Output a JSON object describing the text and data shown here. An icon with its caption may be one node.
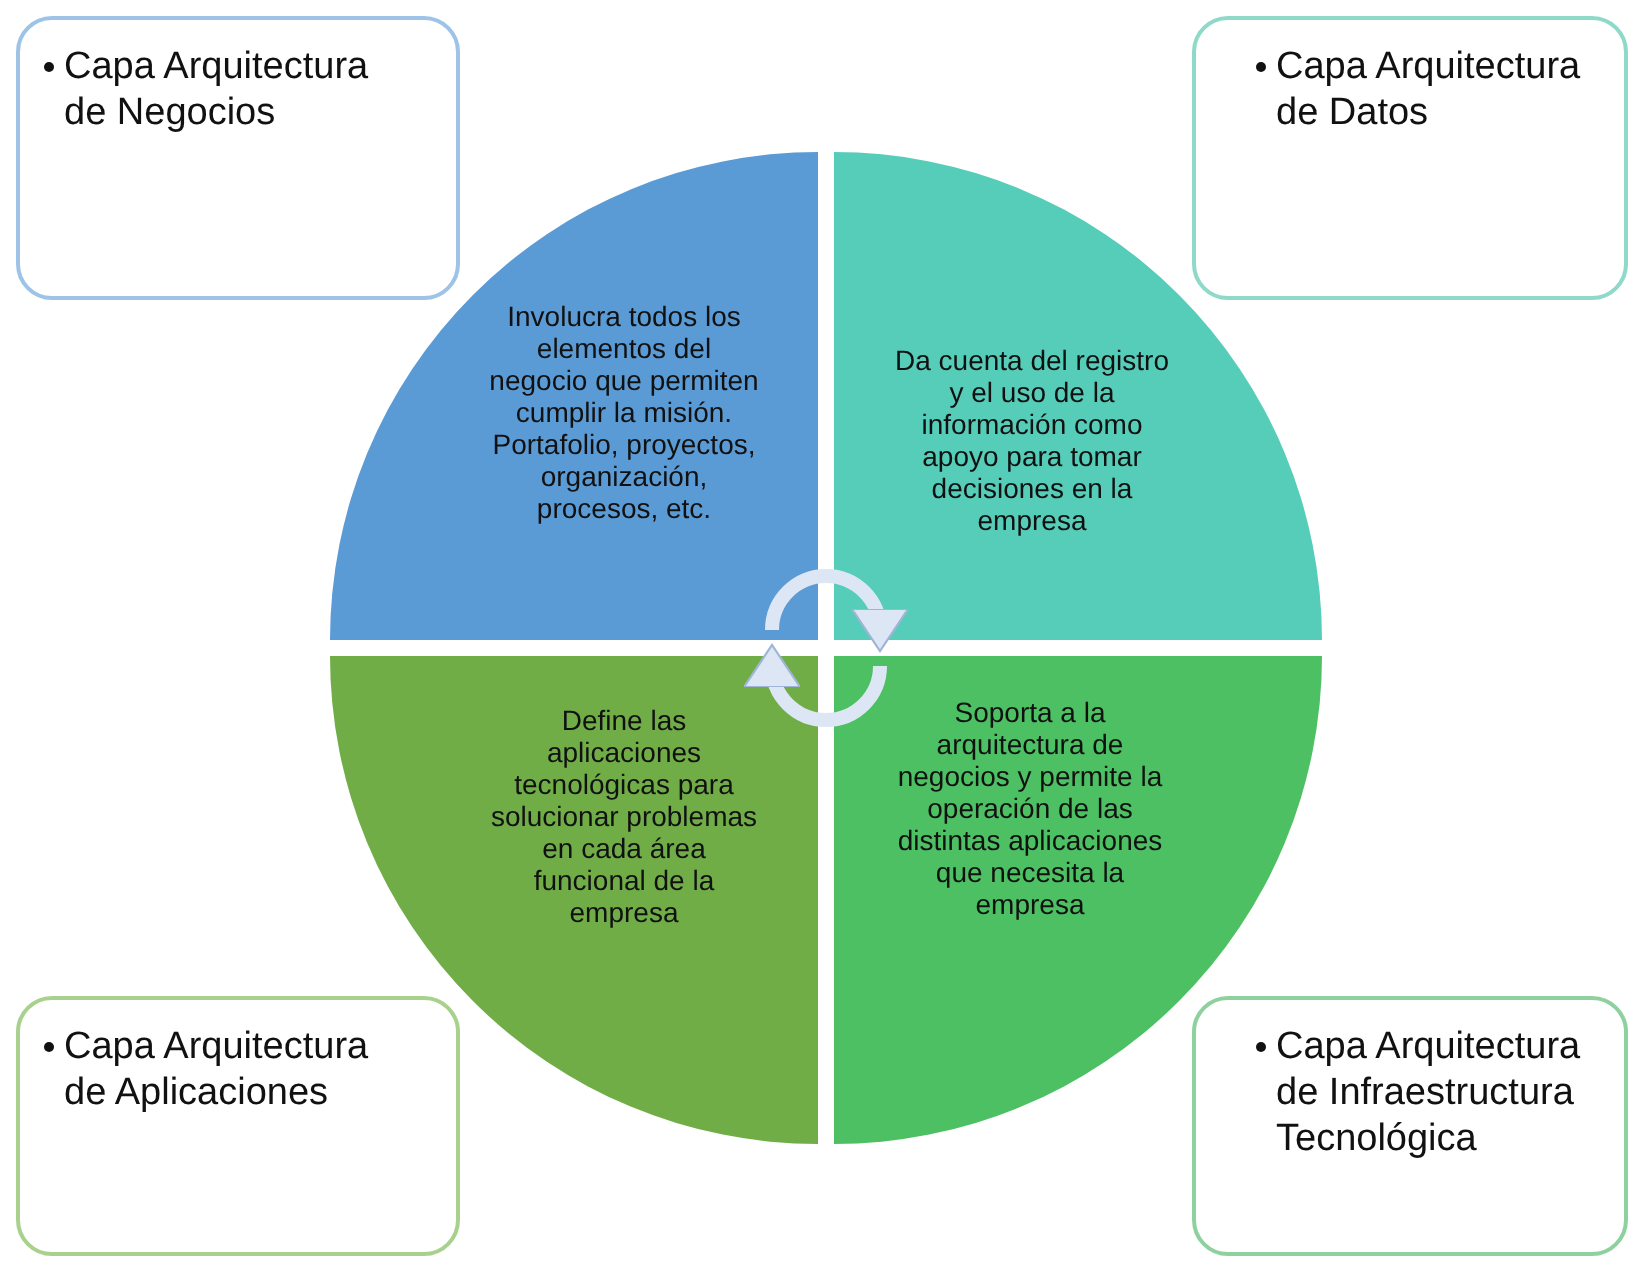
{
  "diagram": {
    "nodes": [
      {
        "text": [
          "Capa Arquitectura de Negocios"
        ]
      },
      {
        "text": [
          "Capa Arquitectura de Datos"
        ]
      },
      {
        "text": [
          "Capa Arquitectura de Aplicaciones"
        ]
      },
      {
        "text": [
          "Capa Arquitectura de Infraestructura Tecnológica"
        ]
      },
      {
        "text": [
          "Involucra todos los elementos del negocio que permiten cumplir la misión.  Portafolio, proyectos, organización, procesos, etc."
        ]
      },
      {
        "text": [
          "Da cuenta del registro y el uso de la información como apoyo para tomar decisiones en la empresa"
        ]
      },
      {
        "text": [
          "Define las aplicaciones tecnológicas para solucionar problemas en cada área funcional de la empresa"
        ]
      },
      {
        "text": [
          "Soporta a la arquitectura de negocios y permite la operación de las distintas aplicaciones que necesita la empresa"
        ]
      }
    ],
    "edges": [
      {
        "from": 4,
        "to": 5,
        "arrow": "to"
      },
      {
        "from": 7,
        "to": 6,
        "arrow": "to"
      }
    ]
  }
}
